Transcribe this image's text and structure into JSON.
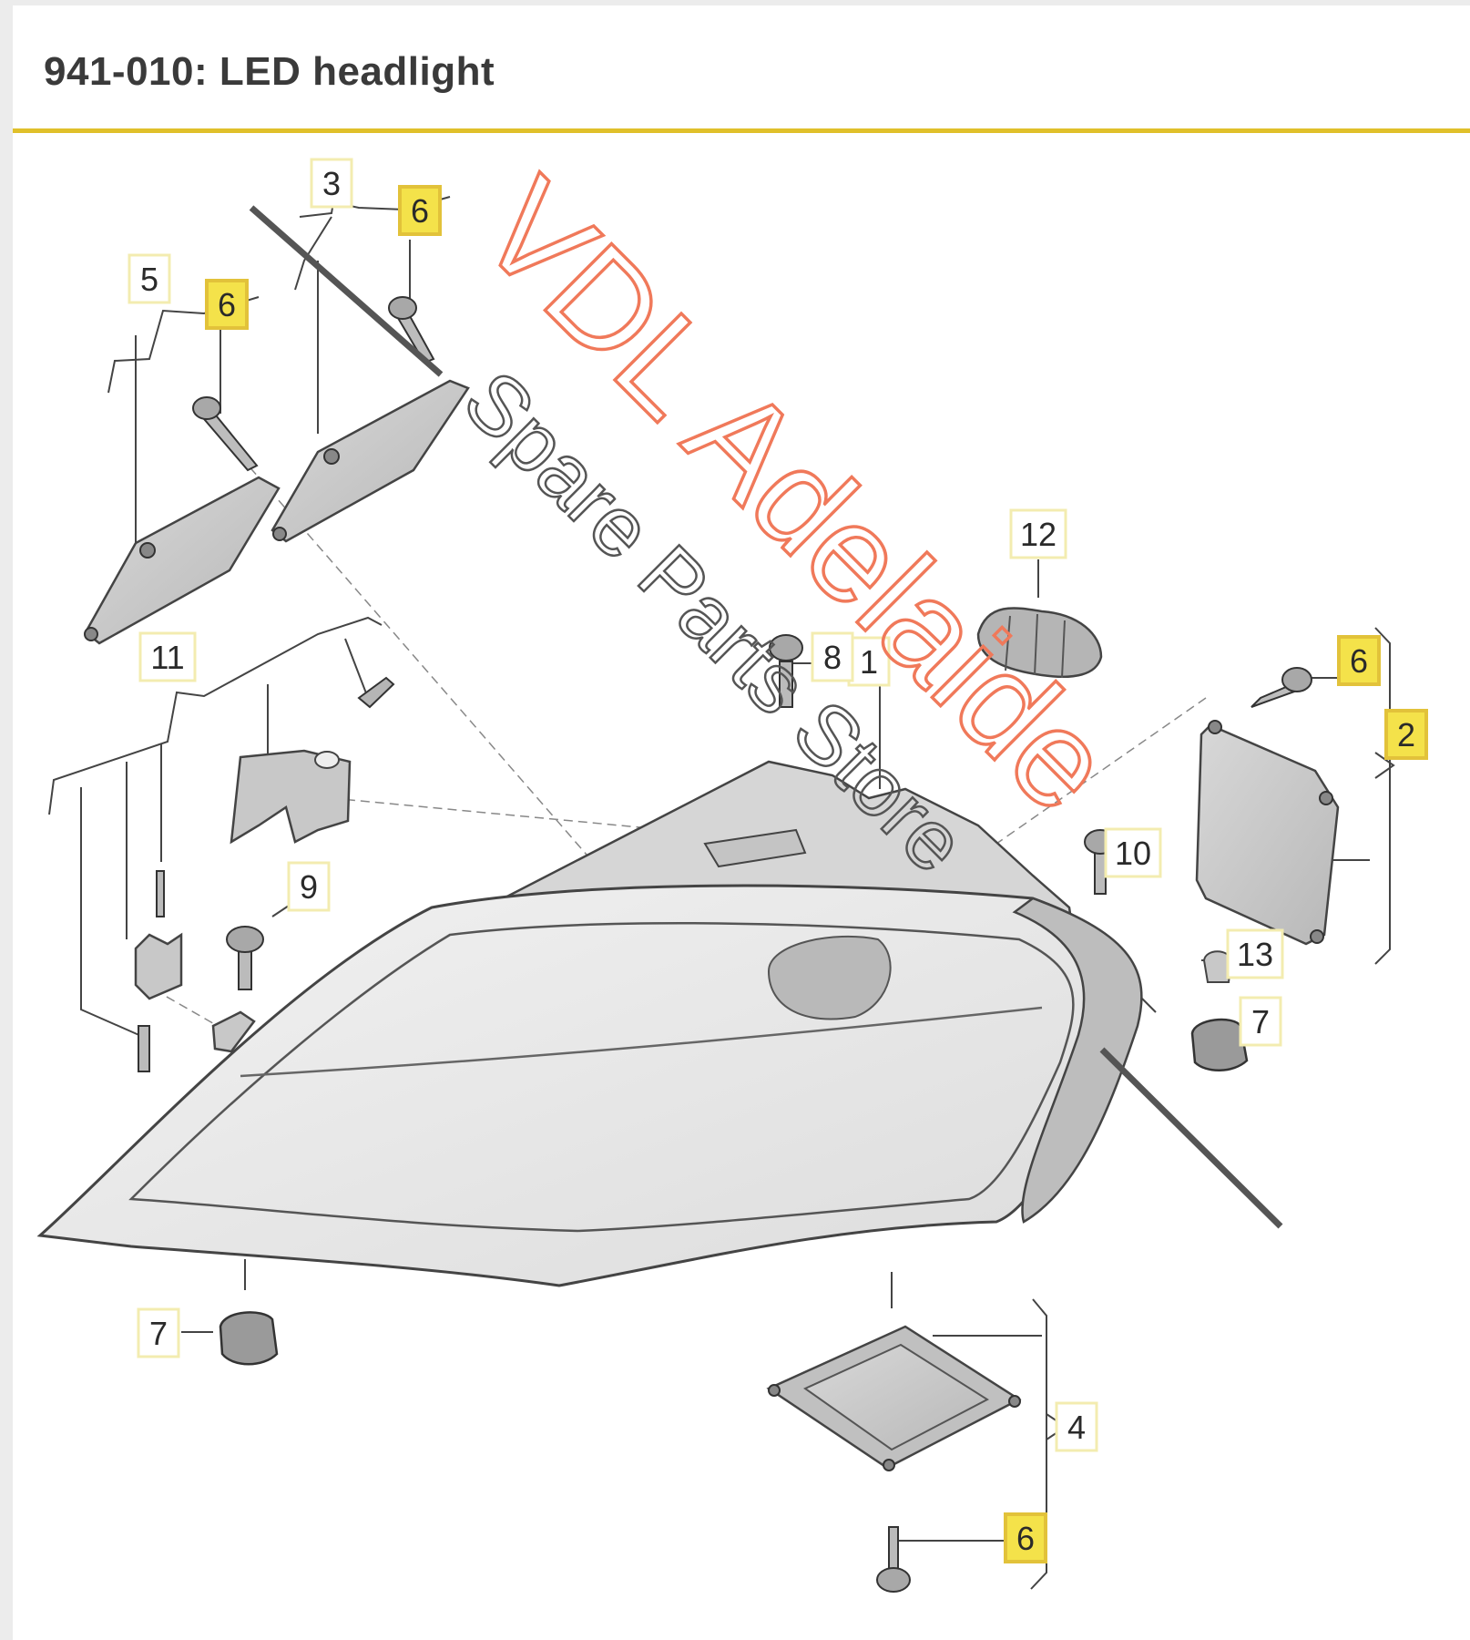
{
  "header": {
    "title": "941-010: LED headlight"
  },
  "callouts": [
    {
      "id": "c1",
      "label": "1",
      "highlighted": false
    },
    {
      "id": "c2",
      "label": "2",
      "highlighted": true
    },
    {
      "id": "c3",
      "label": "3",
      "highlighted": false
    },
    {
      "id": "c4",
      "label": "4",
      "highlighted": false
    },
    {
      "id": "c5",
      "label": "5",
      "highlighted": false
    },
    {
      "id": "c6a",
      "label": "6",
      "highlighted": true
    },
    {
      "id": "c6b",
      "label": "6",
      "highlighted": true
    },
    {
      "id": "c6c",
      "label": "6",
      "highlighted": true
    },
    {
      "id": "c6d",
      "label": "6",
      "highlighted": true
    },
    {
      "id": "c7a",
      "label": "7",
      "highlighted": false
    },
    {
      "id": "c7b",
      "label": "7",
      "highlighted": false
    },
    {
      "id": "c8",
      "label": "8",
      "highlighted": false
    },
    {
      "id": "c9",
      "label": "9",
      "highlighted": false
    },
    {
      "id": "c10",
      "label": "10",
      "highlighted": false
    },
    {
      "id": "c11",
      "label": "11",
      "highlighted": false
    },
    {
      "id": "c12",
      "label": "12",
      "highlighted": false
    },
    {
      "id": "c13",
      "label": "13",
      "highlighted": false
    }
  ],
  "watermark": {
    "line1": "VDL Adelaide",
    "line2": "Spare Parts Store",
    "line1_color": "#f0795a",
    "line2_color": "#555555"
  },
  "colors": {
    "accent": "#e0c02a",
    "highlight_fill": "#f4e24a",
    "highlight_border": "#e2c23a",
    "plain_border": "#f3ecb0"
  }
}
